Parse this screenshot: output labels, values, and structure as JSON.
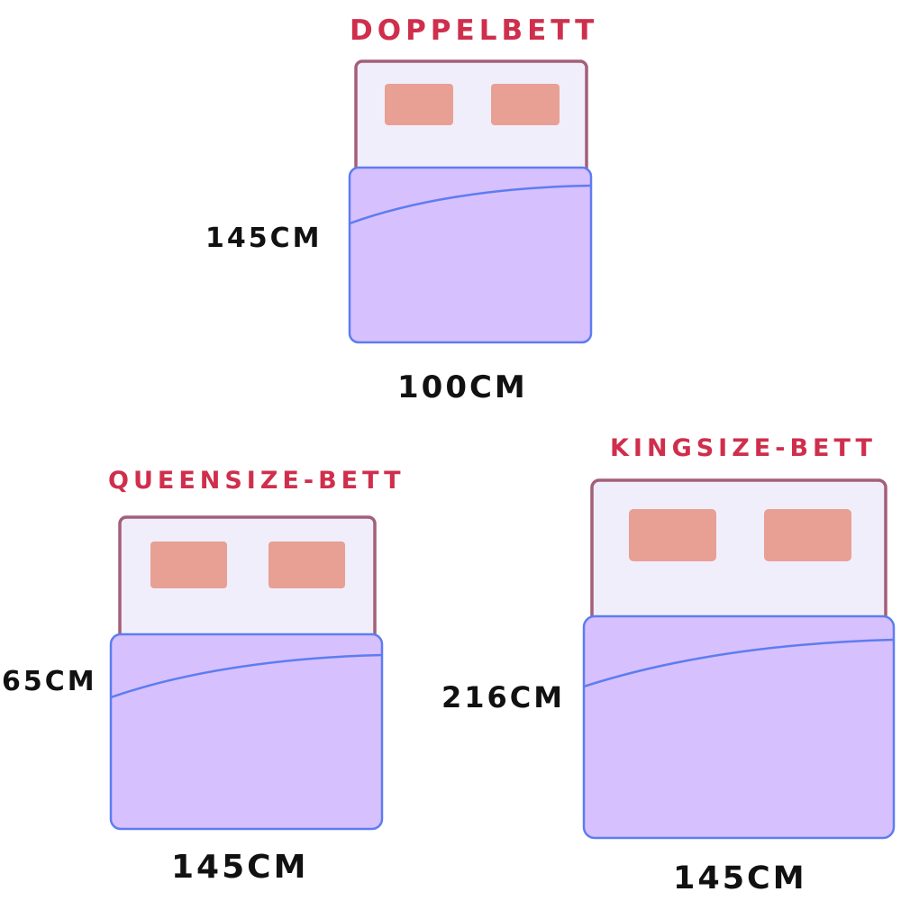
{
  "colors": {
    "title": "#cf2f4c",
    "text": "#111111",
    "headboard_fill": "#f1eefc",
    "headboard_stroke": "#a45f78",
    "pillow": "#e8a094",
    "blanket_fill": "#d7c0fe",
    "blanket_stroke": "#5d7df0"
  },
  "beds": {
    "double": {
      "title": "DOPPELBETT",
      "side_label": "145CM",
      "bottom_label": "100CM"
    },
    "queen": {
      "title": "QUEENSIZE-BETT",
      "side_label": "65CM",
      "bottom_label": "145CM"
    },
    "king": {
      "title": "KINGSIZE-BETT",
      "side_label": "216CM",
      "bottom_label": "145CM"
    }
  }
}
